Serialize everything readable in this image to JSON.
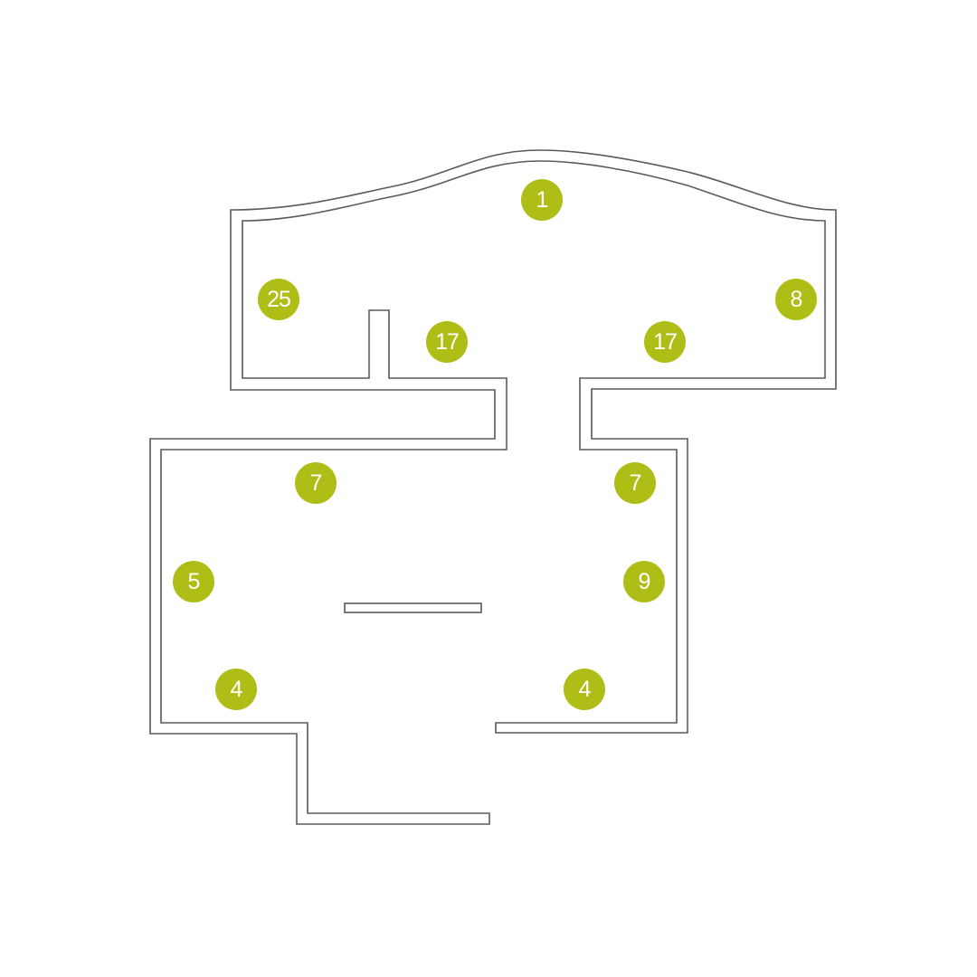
{
  "colors": {
    "marker_fill": "#afbe16",
    "marker_text": "#ffffff",
    "wall_stroke": "#5a5a5a",
    "background": "#ffffff"
  },
  "markers": [
    {
      "label": "1"
    },
    {
      "label": "25"
    },
    {
      "label": "8"
    },
    {
      "label": "17"
    },
    {
      "label": "17"
    },
    {
      "label": "7"
    },
    {
      "label": "7"
    },
    {
      "label": "5"
    },
    {
      "label": "9"
    },
    {
      "label": "4"
    },
    {
      "label": "4"
    }
  ]
}
